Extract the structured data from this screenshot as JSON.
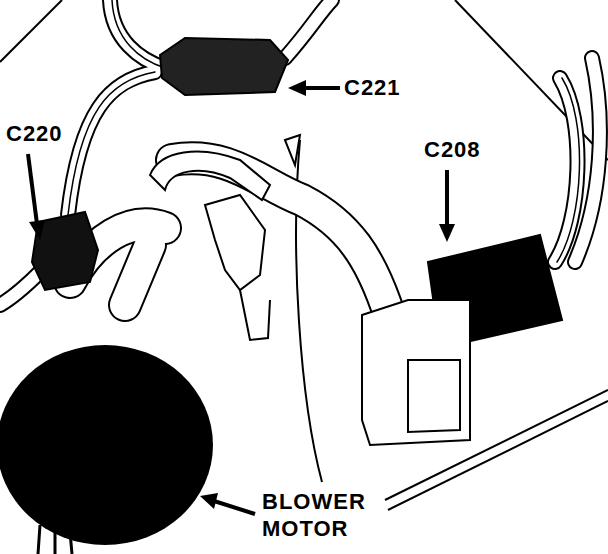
{
  "diagram": {
    "labels": [
      "C221",
      "C220",
      "C208",
      "BLOWER MOTOR"
    ]
  }
}
